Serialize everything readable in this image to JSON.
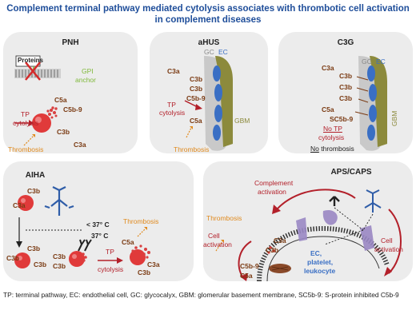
{
  "title_line1": "Complement terminal pathway mediated cytolysis associates with thrombotic cell activation",
  "title_line2": "in complement diseases",
  "pnh": {
    "title": "PNH",
    "proteins": "Proteins",
    "gpi": "GPI",
    "anchor": "anchor",
    "c5a": "C5a",
    "c5b9": "C5b-9",
    "c3b": "C3b",
    "c3a": "C3a",
    "tp1": "TP",
    "tp2": "cytolysis",
    "thrombosis": "Thrombosis"
  },
  "ahus": {
    "title": "aHUS",
    "gc": "GC",
    "ec": "EC",
    "c3a": "C3a",
    "c3b1": "C3b",
    "c3b2": "C3b",
    "c5b9": "C5b-9",
    "c5a": "C5a",
    "tp1": "TP",
    "tp2": "cytolysis",
    "gbm": "GBM",
    "thrombosis": "Thrombosis"
  },
  "c3g": {
    "title": "C3G",
    "gc": "GC",
    "ec": "EC",
    "c3a": "C3a",
    "c3b1": "C3b",
    "c3b2": "C3b",
    "c3b3": "C3b",
    "c5a": "C5a",
    "sc5b9": "SC5b-9",
    "no_tp1": "No TP",
    "no_tp2": "cytolysis",
    "gbm": "GBM",
    "no_thrombosis_no": "No",
    "no_thrombosis_rest": " thrombosis"
  },
  "aiha": {
    "title": "AIHA",
    "c3b": "C3b",
    "c3a": "C3a",
    "temp_low": "< 37° C",
    "temp_high": "37° C",
    "c3b_a": "C3b",
    "c3b_b": "C3b",
    "c3b_c": "C3b",
    "c3b_d": "C3b",
    "c3b_e": "C3b",
    "tp1": "TP",
    "tp2": "cytolysis",
    "thrombosis": "Thrombosis",
    "c5a": "C5a",
    "c3a_r": "C3a",
    "c3b_r": "C3b"
  },
  "aps": {
    "title": "APS/CAPS",
    "complement1": "Complement",
    "complement2": "activation",
    "thrombosis": "Thrombosis",
    "cell1": "Cell",
    "cell2": "activation",
    "cellr1": "Cell",
    "cellr2": "activation",
    "c3a": "C3a",
    "c3b": "C3b",
    "c5b9": "C5b-9",
    "c5a": "C5a",
    "ec1": "EC,",
    "ec2": "platelet,",
    "ec3": "leukocyte"
  },
  "footer": "TP: terminal pathway, EC: endothelial cell, GC: glycocalyx, GBM: glomerular basement membrane, SC5b-9: S-protein inhibited C5b-9",
  "colors": {
    "title_blue": "#1f4e9a",
    "red": "#b3202a",
    "orange": "#e08a1e",
    "brown": "#7a3a12",
    "ec_blue": "#3a6fc4",
    "gbm_olive": "#8c8a3c"
  }
}
